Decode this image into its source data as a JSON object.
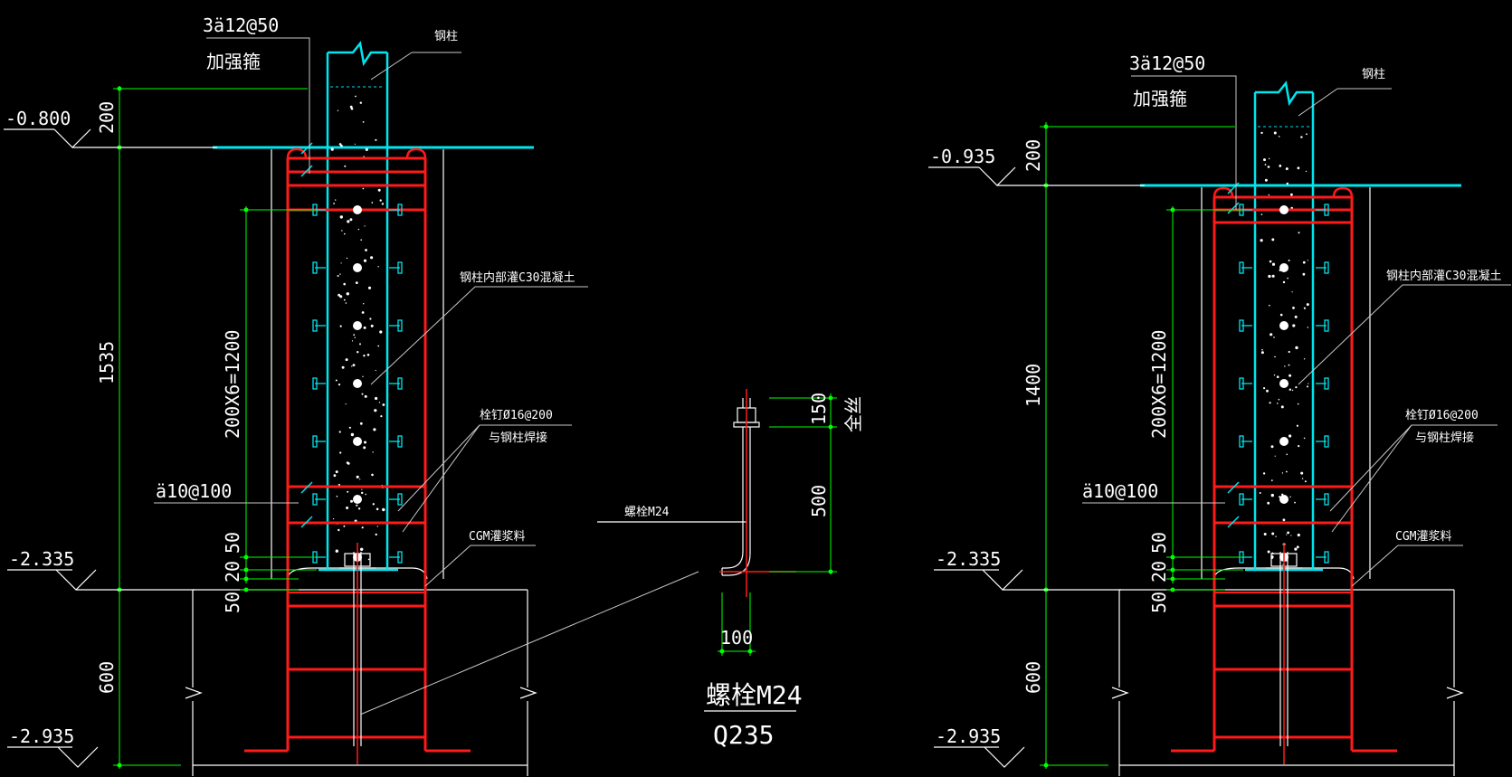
{
  "colors": {
    "background": "#000000",
    "steel_column": "#00e5ee",
    "reinforcement": "#ff1a1a",
    "dimension": "#00ff00",
    "outline": "#ffffff",
    "leader": "#c8c8c8"
  },
  "left_detail": {
    "stirrup_label": "3ä12@50",
    "stirrup_sub": "加强箍",
    "column_label": "钢柱",
    "concrete_label": "钢柱内部灌C30混凝土",
    "stud_label": "栓钉Ø16@200",
    "stud_sub": "与钢柱焊接",
    "tie_label": "ä10@100",
    "grout_label": "CGM灌浆料",
    "elev_top": "-0.800",
    "elev_mid": "-2.335",
    "elev_bot": "-2.935",
    "dim_200": "200",
    "dim_total": "1535",
    "dim_spacing": "200X6=1200",
    "dim_50a": "50",
    "dim_20": "20",
    "dim_50b": "50",
    "dim_600": "600"
  },
  "bolt_detail": {
    "dim_150": "150",
    "thread_label": "全丝",
    "dim_500": "500",
    "dim_100": "100",
    "bolt_leader_label": "螺栓M24",
    "title": "螺栓M24",
    "material": "Q235"
  },
  "right_detail": {
    "stirrup_label": "3ä12@50",
    "stirrup_sub": "加强箍",
    "column_label": "钢柱",
    "concrete_label": "钢柱内部灌C30混凝土",
    "stud_label": "栓钉Ø16@200",
    "stud_sub": "与钢柱焊接",
    "tie_label": "ä10@100",
    "grout_label": "CGM灌浆料",
    "elev_top": "-0.935",
    "elev_mid": "-2.335",
    "elev_bot": "-2.935",
    "dim_200": "200",
    "dim_total": "1400",
    "dim_spacing": "200X6=1200",
    "dim_50a": "50",
    "dim_20": "20",
    "dim_50b": "50",
    "dim_600": "600"
  }
}
